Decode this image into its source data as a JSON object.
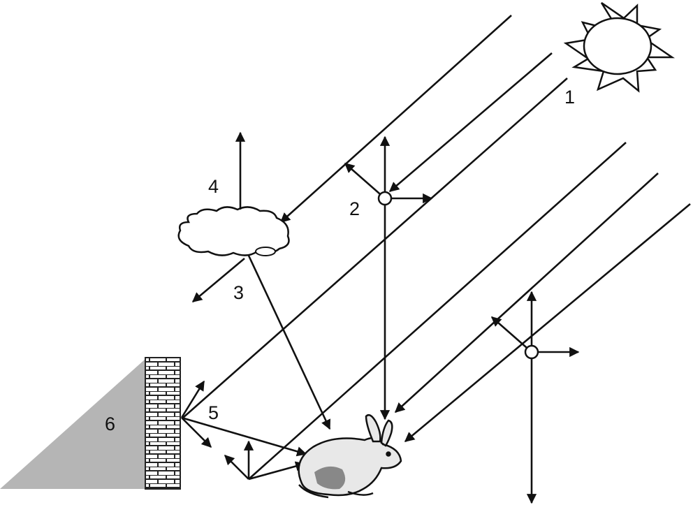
{
  "labels": {
    "n1": "1",
    "n2": "2",
    "n3": "3",
    "n4": "4",
    "n5": "5",
    "n6": "6"
  },
  "colors": {
    "line": "#111111",
    "shadow": "#b5b5b5",
    "background": "#ffffff"
  },
  "icons": [
    "sun-icon",
    "cloud-icon",
    "brick-wall-icon",
    "rabbit-icon",
    "particle-icon"
  ]
}
